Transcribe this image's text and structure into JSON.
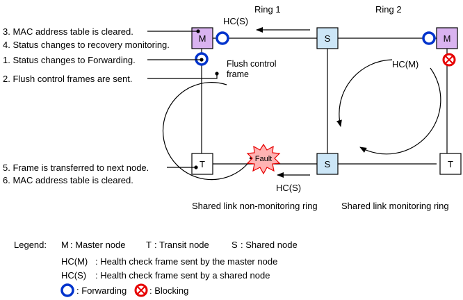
{
  "rings": {
    "ring1_label": "Ring 1",
    "ring2_label": "Ring 2",
    "ring1_caption": "Shared link non-monitoring ring",
    "ring2_caption": "Shared link monitoring ring"
  },
  "nodes": {
    "master_left": "M",
    "master_right": "M",
    "shared_top": "S",
    "shared_bottom": "S",
    "transit_left": "T",
    "transit_right": "T"
  },
  "frames": {
    "hc_s_top": "HC(S)",
    "hc_s_bottom": "HC(S)",
    "hc_m": "HC(M)",
    "flush_line1": "Flush control",
    "flush_line2": "frame",
    "fault": "Fault"
  },
  "steps": [
    "3. MAC address table is cleared.",
    "4. Status changes to recovery monitoring.",
    "1. Status changes to Forwarding.",
    "2. Flush control frames are sent.",
    "5. Frame is transferred to next node.",
    "6. MAC address table is cleared."
  ],
  "legend": {
    "title": "Legend:",
    "m_key": "M",
    "m_text": ": Master node",
    "t_key": "T",
    "t_text": ": Transit node",
    "s_key": "S",
    "s_text": ": Shared node",
    "hcm_key": "HC(M)",
    "hcm_text": ": Health check frame sent by the master node",
    "hcs_key": "HC(S)",
    "hcs_text": ": Health check frame sent by a shared node",
    "forwarding": ": Forwarding",
    "blocking": ": Blocking"
  },
  "colors": {
    "master_fill": "#d9b3f0",
    "shared_fill": "#cce6f7",
    "forwarding_ring": "#0033cc",
    "blocking_ring": "#e60000",
    "fault_fill": "#ffb3b3",
    "fault_stroke": "#e60000"
  }
}
